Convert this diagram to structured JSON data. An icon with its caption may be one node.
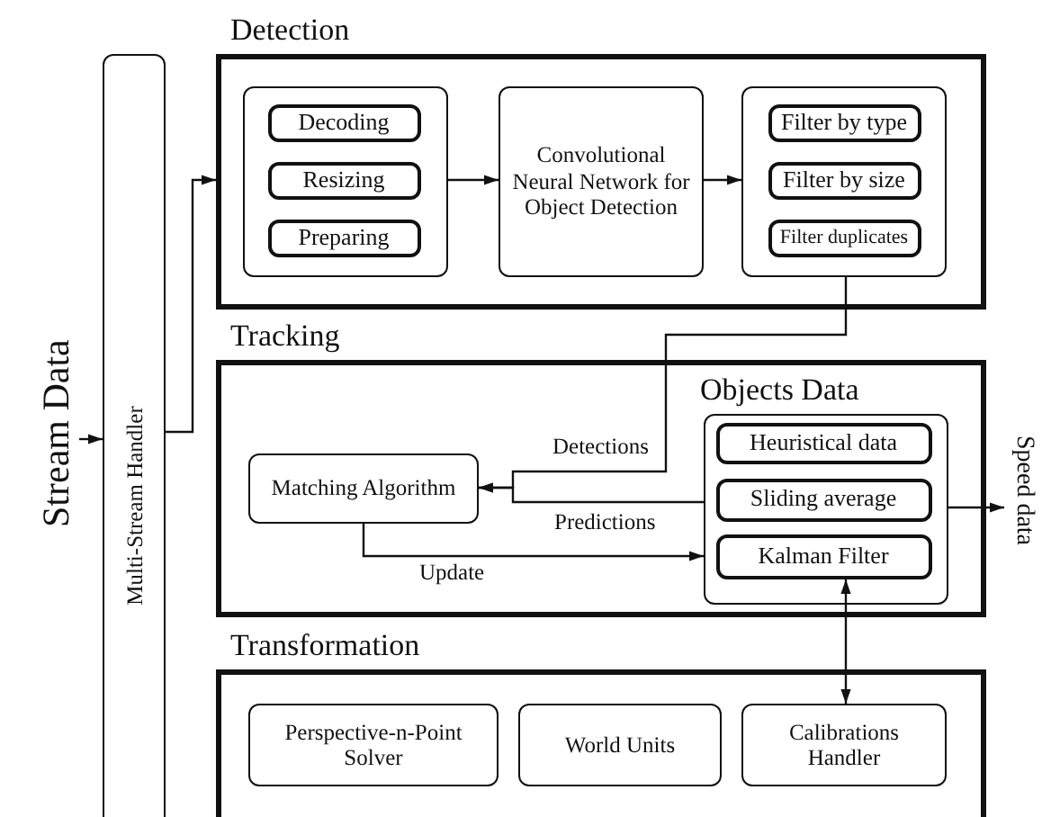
{
  "diagram": {
    "nodes": [
      {
        "text": [
          "Stream Data"
        ]
      },
      {
        "text": [
          "Multi-Stream Handler"
        ]
      },
      {
        "text": [
          "Detection"
        ]
      },
      {
        "text": [],
        "shape": "box",
        "in": 2
      },
      {
        "text": [
          "Decoding"
        ],
        "in": 3
      },
      {
        "text": [
          "Resizing"
        ],
        "in": 3
      },
      {
        "text": [
          "Preparing"
        ],
        "in": 3
      },
      {
        "text": [
          "Convolutional Neural Network for Object Detection"
        ],
        "in": 2
      },
      {
        "text": [],
        "shape": "box",
        "in": 2
      },
      {
        "text": [
          "Filter by type"
        ],
        "in": 8
      },
      {
        "text": [
          "Filter by size"
        ],
        "in": 8
      },
      {
        "text": [
          "Filter duplicates"
        ],
        "in": 8
      },
      {
        "text": [
          "Tracking"
        ]
      },
      {
        "text": [
          "Matching Algorithm"
        ],
        "in": 12
      },
      {
        "text": [
          "Objects Data"
        ],
        "in": 12
      },
      {
        "text": [
          "Heuristical data"
        ],
        "in": 14
      },
      {
        "text": [
          "Sliding average"
        ],
        "in": 14
      },
      {
        "text": [
          "Kalman Filter"
        ],
        "in": 14
      },
      {
        "text": [
          "Speed data"
        ]
      },
      {
        "text": [
          "Transformation"
        ]
      },
      {
        "text": [
          "Perspective-n-Point Solver"
        ],
        "in": 19
      },
      {
        "text": [
          "World Units"
        ],
        "in": 19
      },
      {
        "text": [
          "Calibrations Handler"
        ],
        "in": 19
      }
    ],
    "edges": [
      {
        "from": 0,
        "to": 1,
        "arrow": "to"
      },
      {
        "from": 1,
        "to": 2,
        "arrow": "to"
      },
      {
        "from": 3,
        "to": 7,
        "arrow": "to"
      },
      {
        "from": 7,
        "to": 8,
        "arrow": "to"
      },
      {
        "from": 8,
        "to": 13,
        "arrow": "to",
        "label": "Detections"
      },
      {
        "from": 14,
        "to": 13,
        "arrow": "to",
        "label": "Predictions"
      },
      {
        "from": 13,
        "to": 14,
        "arrow": "to",
        "label": "Update"
      },
      {
        "from": 14,
        "to": 18,
        "arrow": "to"
      },
      {
        "from": 17,
        "to": 22,
        "arrow": "both"
      }
    ]
  }
}
